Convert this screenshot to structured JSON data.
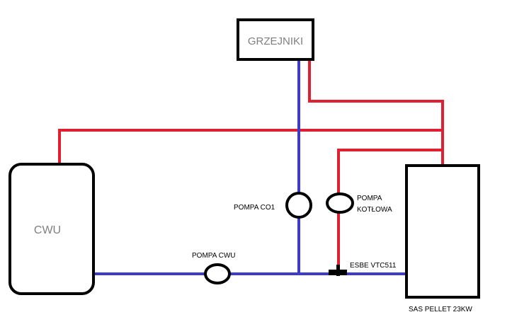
{
  "labels": {
    "radiators": "GRZEJNIKI",
    "hot_water_tank": "CWU",
    "boiler": "SAS PELLET 23KW",
    "pump_co": "POMPA CO1",
    "pump_boiler_line1": "POMPA",
    "pump_boiler_line2": "KOTŁOWA",
    "pump_cwu": "POMPA CWU",
    "valve": "ESBE VTC511"
  },
  "colors": {
    "supply_pipe": "#e02030",
    "return_pipe": "#3c3cc8",
    "outline": "#000000"
  }
}
